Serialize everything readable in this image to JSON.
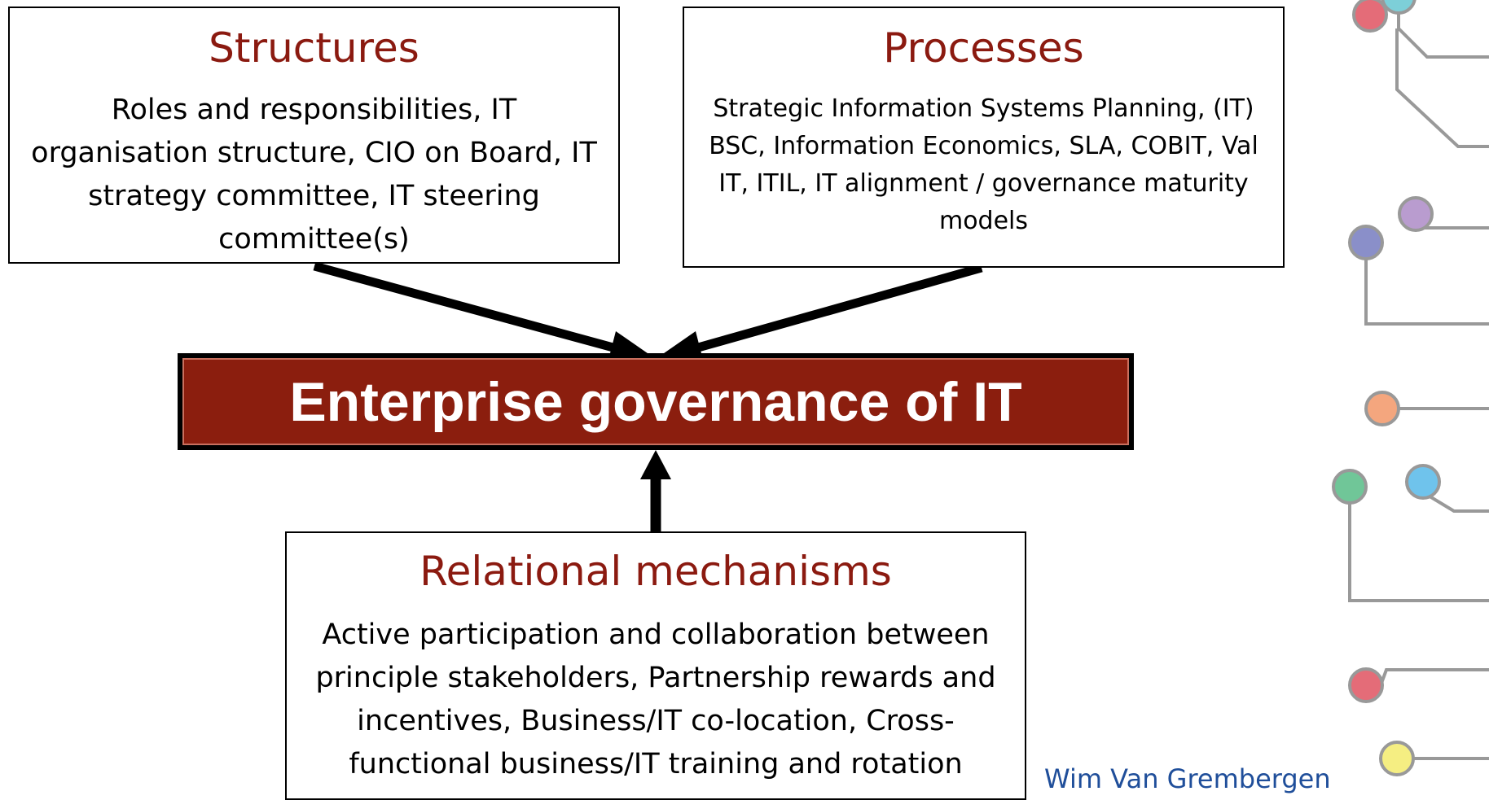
{
  "diagram": {
    "center": {
      "label": "Enterprise governance of IT",
      "fill": "#8b1e0e"
    },
    "boxes": [
      {
        "id": "structures",
        "title": "Structures",
        "body": "Roles and responsibilities, IT organisation structure, CIO on Board, IT strategy committee, IT steering committee(s)"
      },
      {
        "id": "processes",
        "title": "Processes",
        "body": "Strategic Information Systems Planning, (IT) BSC, Information Economics, SLA, COBIT, Val IT, ITIL, IT alignment / governance maturity models"
      },
      {
        "id": "relational",
        "title": "Relational mechanisms",
        "body": "Active participation  and collaboration between principle stakeholders, Partnership rewards and incentives, Business/IT co-location, Cross-functional business/IT training and rotation"
      }
    ],
    "title_color": "#8b1a10"
  },
  "author": "Wim Van Grembergen",
  "decoration": {
    "node_colors": [
      "#e46c78",
      "#7dcfd8",
      "#8a8fc9",
      "#b99ccf",
      "#f4a67e",
      "#70c698",
      "#6fc3ec",
      "#e46c78",
      "#f5ee82"
    ],
    "line_color": "#999999"
  }
}
